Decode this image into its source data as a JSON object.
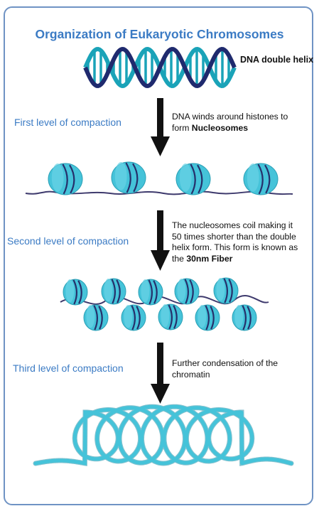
{
  "title": "Organization of Eukaryotic Chromosomes",
  "dna_label": "DNA double helix",
  "levels": [
    {
      "label": "First level of compaction",
      "desc_pre": "DNA winds around histones to form ",
      "desc_bold": "Nucleosomes",
      "desc_post": ""
    },
    {
      "label": "Second level of compaction",
      "desc_pre": "The nucleosomes coil making it 50 times shorter than the double helix form. This form is known as the ",
      "desc_bold": "30nm Fiber",
      "desc_post": ""
    },
    {
      "label": "Third level of compaction",
      "desc_pre": "Further condensation of the chromatin",
      "desc_bold": "",
      "desc_post": ""
    }
  ],
  "colors": {
    "title": "#3b7bc4",
    "border": "#6f93c4",
    "helix_dark": "#1f2a6e",
    "helix_teal": "#1aa3b8",
    "nucleosome": "#45c3d9",
    "arrow": "#111111"
  }
}
